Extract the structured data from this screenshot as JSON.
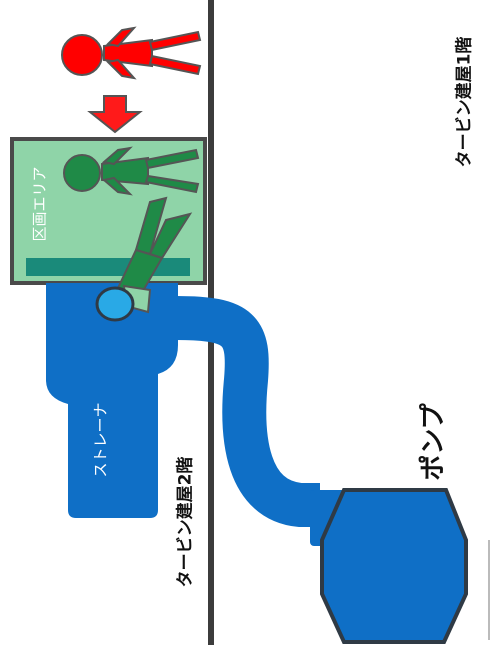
{
  "labels": {
    "building_floor1": "タービン建屋1階",
    "building_floor2": "タービン建屋2階",
    "pump": "ポンプ",
    "strainer": "ストレーナ",
    "zone_area": "区画エリア"
  },
  "colors": {
    "pipe_blue": "#0f6fc6",
    "pipe_outline": "#1b4f8a",
    "pump_outline": "#2f3a45",
    "wall": "#3c3c3c",
    "zone_fill": "#8fd4a8",
    "zone_border": "#4a4a4a",
    "person_red": "#ff0000",
    "person_green": "#1f8a47",
    "arrow_red": "#ff1a1a",
    "platform_teal": "#1a8a7a",
    "valve_light_blue": "#29a9e6"
  },
  "icons": {
    "worker_outside": "person-red-icon",
    "worker_inside": "person-green-icon",
    "worker_fallen": "person-fallen-icon",
    "entry_arrow": "arrow-down-icon"
  }
}
